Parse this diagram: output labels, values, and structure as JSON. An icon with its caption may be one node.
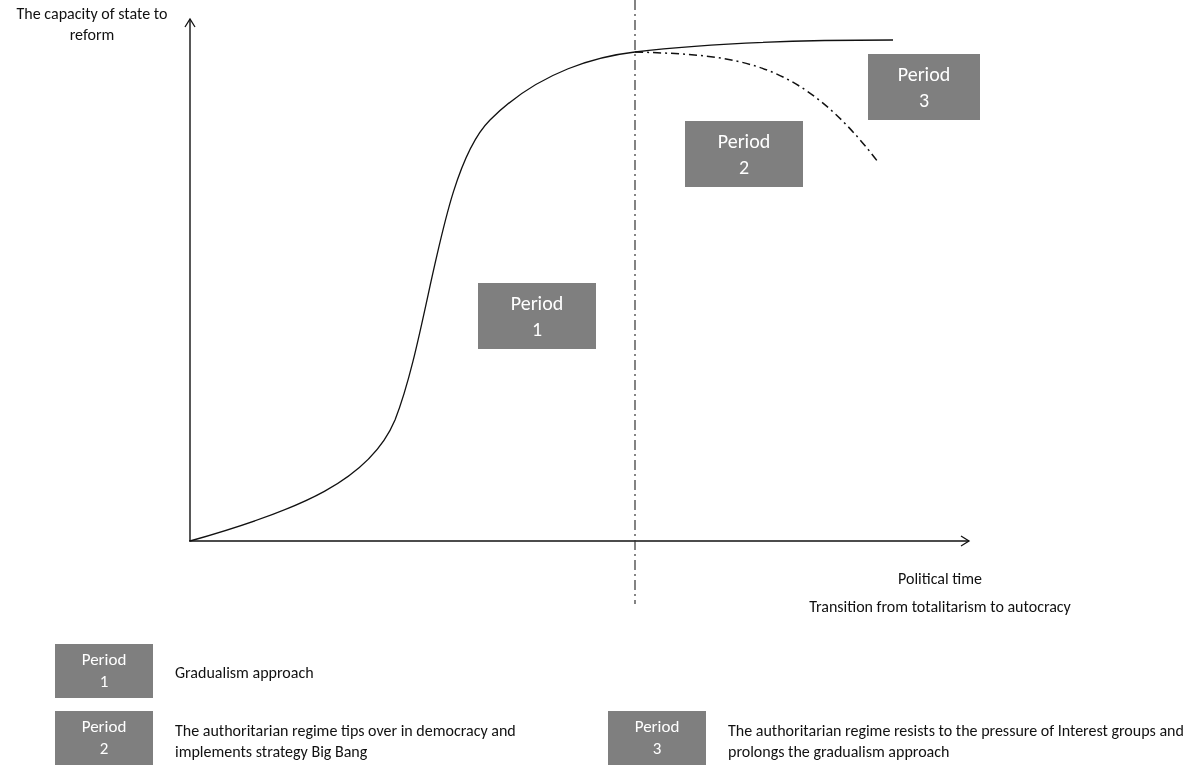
{
  "diagram": {
    "nodes": [
      {
        "text": [
          "Period 1"
        ]
      },
      {
        "text": [
          "Period 2"
        ]
      },
      {
        "text": [
          "Period 3"
        ]
      },
      {
        "text": [
          "Period 1"
        ],
        "beside": [
          "Gradualism approach"
        ]
      },
      {
        "text": [
          "Period 2"
        ],
        "beside": [
          "The authoritarian regime tips over in democracy and implements strategy Big Bang"
        ]
      },
      {
        "text": [
          "Period 3"
        ],
        "beside": [
          "The authoritarian regime resists to the pressure of Interest groups and prolongs the gradualism approach"
        ]
      }
    ],
    "labels": [
      "The capacity of state to reform",
      "Political time",
      "Transition from totalitarism to autocracy"
    ]
  }
}
